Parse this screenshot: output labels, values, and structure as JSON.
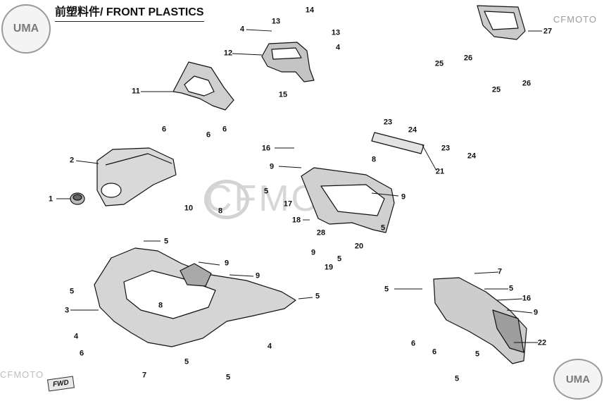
{
  "title": "前塑料件/ FRONT PLASTICS",
  "brand_logo": "UMA",
  "brand_text": "CFMOTO",
  "watermark": "CFMOTO",
  "fwd_label": "FWD",
  "callouts": [
    {
      "id": "c1",
      "label": "1"
    },
    {
      "id": "c2",
      "label": "2"
    },
    {
      "id": "c3",
      "label": "3"
    },
    {
      "id": "c4a",
      "label": "4"
    },
    {
      "id": "c4b",
      "label": "4"
    },
    {
      "id": "c4c",
      "label": "4"
    },
    {
      "id": "c4d",
      "label": "4"
    },
    {
      "id": "c5a",
      "label": "5"
    },
    {
      "id": "c5b",
      "label": "5"
    },
    {
      "id": "c5c",
      "label": "5"
    },
    {
      "id": "c5d",
      "label": "5"
    },
    {
      "id": "c5e",
      "label": "5"
    },
    {
      "id": "c5f",
      "label": "5"
    },
    {
      "id": "c5g",
      "label": "5"
    },
    {
      "id": "c5h",
      "label": "5"
    },
    {
      "id": "c5i",
      "label": "5"
    },
    {
      "id": "c5j",
      "label": "5"
    },
    {
      "id": "c5k",
      "label": "5"
    },
    {
      "id": "c5l",
      "label": "5"
    },
    {
      "id": "c6a",
      "label": "6"
    },
    {
      "id": "c6b",
      "label": "6"
    },
    {
      "id": "c6c",
      "label": "6"
    },
    {
      "id": "c6d",
      "label": "6"
    },
    {
      "id": "c6e",
      "label": "6"
    },
    {
      "id": "c6f",
      "label": "6"
    },
    {
      "id": "c7a",
      "label": "7"
    },
    {
      "id": "c7b",
      "label": "7"
    },
    {
      "id": "c8a",
      "label": "8"
    },
    {
      "id": "c8b",
      "label": "8"
    },
    {
      "id": "c8c",
      "label": "8"
    },
    {
      "id": "c9a",
      "label": "9"
    },
    {
      "id": "c9b",
      "label": "9"
    },
    {
      "id": "c9c",
      "label": "9"
    },
    {
      "id": "c9d",
      "label": "9"
    },
    {
      "id": "c9e",
      "label": "9"
    },
    {
      "id": "c9f",
      "label": "9"
    },
    {
      "id": "c10",
      "label": "10"
    },
    {
      "id": "c11",
      "label": "11"
    },
    {
      "id": "c12",
      "label": "12"
    },
    {
      "id": "c13a",
      "label": "13"
    },
    {
      "id": "c13b",
      "label": "13"
    },
    {
      "id": "c14",
      "label": "14"
    },
    {
      "id": "c15",
      "label": "15"
    },
    {
      "id": "c16a",
      "label": "16"
    },
    {
      "id": "c16b",
      "label": "16"
    },
    {
      "id": "c17",
      "label": "17"
    },
    {
      "id": "c18",
      "label": "18"
    },
    {
      "id": "c19",
      "label": "19"
    },
    {
      "id": "c20",
      "label": "20"
    },
    {
      "id": "c21",
      "label": "21"
    },
    {
      "id": "c22",
      "label": "22"
    },
    {
      "id": "c23a",
      "label": "23"
    },
    {
      "id": "c23b",
      "label": "23"
    },
    {
      "id": "c24a",
      "label": "24"
    },
    {
      "id": "c24b",
      "label": "24"
    },
    {
      "id": "c25a",
      "label": "25"
    },
    {
      "id": "c25b",
      "label": "25"
    },
    {
      "id": "c26a",
      "label": "26"
    },
    {
      "id": "c26b",
      "label": "26"
    },
    {
      "id": "c27",
      "label": "27"
    },
    {
      "id": "c28",
      "label": "28"
    }
  ]
}
